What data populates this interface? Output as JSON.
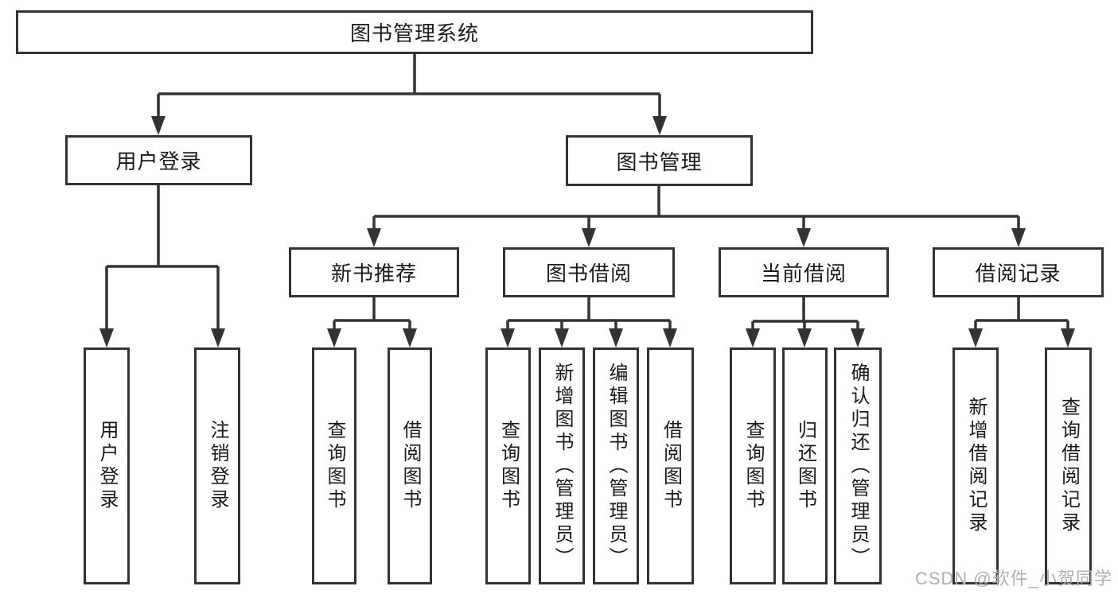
{
  "watermark": "CSDN @软件_小贺同学",
  "colors": {
    "line": "#333333",
    "box_border": "#333333",
    "text": "#1a1a1a",
    "watermark": "#b0b0b0",
    "background": "#ffffff"
  },
  "diagram": {
    "type": "hierarchy-tree",
    "root": {
      "label": "图书管理系统"
    },
    "level2": {
      "user_login": {
        "label": "用户登录",
        "parent": "图书管理系统"
      },
      "book_mgmt": {
        "label": "图书管理",
        "parent": "图书管理系统"
      }
    },
    "level3": {
      "new_book_rec": {
        "label": "新书推荐",
        "parent": "图书管理"
      },
      "book_borrow": {
        "label": "图书借阅",
        "parent": "图书管理"
      },
      "current_borrow": {
        "label": "当前借阅",
        "parent": "图书管理"
      },
      "borrow_records": {
        "label": "借阅记录",
        "parent": "图书管理"
      }
    },
    "leaves": {
      "user_login_leaf": {
        "label": "用户登录",
        "parent": "用户登录"
      },
      "logout_leaf": {
        "label": "注销登录",
        "parent": "用户登录"
      },
      "rec_query_books": {
        "label": "查询图书",
        "parent": "新书推荐"
      },
      "rec_borrow_books": {
        "label": "借阅图书",
        "parent": "新书推荐"
      },
      "bb_query_books": {
        "label": "查询图书",
        "parent": "图书借阅"
      },
      "bb_add_books": {
        "label": "新增图书（管理员）",
        "parent": "图书借阅"
      },
      "bb_edit_books": {
        "label": "编辑图书（管理员）",
        "parent": "图书借阅"
      },
      "bb_borrow_books": {
        "label": "借阅图书",
        "parent": "图书借阅"
      },
      "cb_query_books": {
        "label": "查询图书",
        "parent": "当前借阅"
      },
      "cb_return_books": {
        "label": "归还图书",
        "parent": "当前借阅"
      },
      "cb_confirm_return": {
        "label": "确认归还（管理员）",
        "parent": "当前借阅"
      },
      "br_add_record": {
        "label": "新增借阅记录",
        "parent": "借阅记录"
      },
      "br_query_record": {
        "label": "查询借阅记录",
        "parent": "借阅记录"
      }
    }
  }
}
